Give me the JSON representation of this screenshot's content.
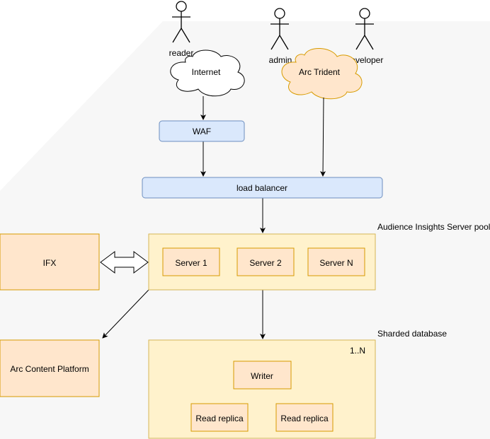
{
  "actors": {
    "reader": "reader",
    "admin": "admin",
    "developer": "developer"
  },
  "clouds": {
    "internet": "Internet",
    "arc_trident": "Arc Trident"
  },
  "nodes": {
    "waf": "WAF",
    "load_balancer": "load balancer",
    "ifx": "IFX",
    "arc_content_platform": "Arc Content Platform",
    "server_1": "Server 1",
    "server_2": "Server 2",
    "server_n": "Server N",
    "writer": "Writer",
    "read_replica_left": "Read replica",
    "read_replica_right": "Read replica"
  },
  "groups": {
    "server_pool_label": "Audience Insights Server pool",
    "sharded_db_label": "Sharded database",
    "shard_count": "1..N"
  },
  "colors": {
    "blue_fill": "#dae8fc",
    "blue_stroke": "#6c8ebf",
    "orange_fill": "#ffe6cc",
    "orange_stroke": "#d79b00",
    "yellow_fill": "#fff2cc",
    "yellow_stroke": "#d6b656"
  }
}
